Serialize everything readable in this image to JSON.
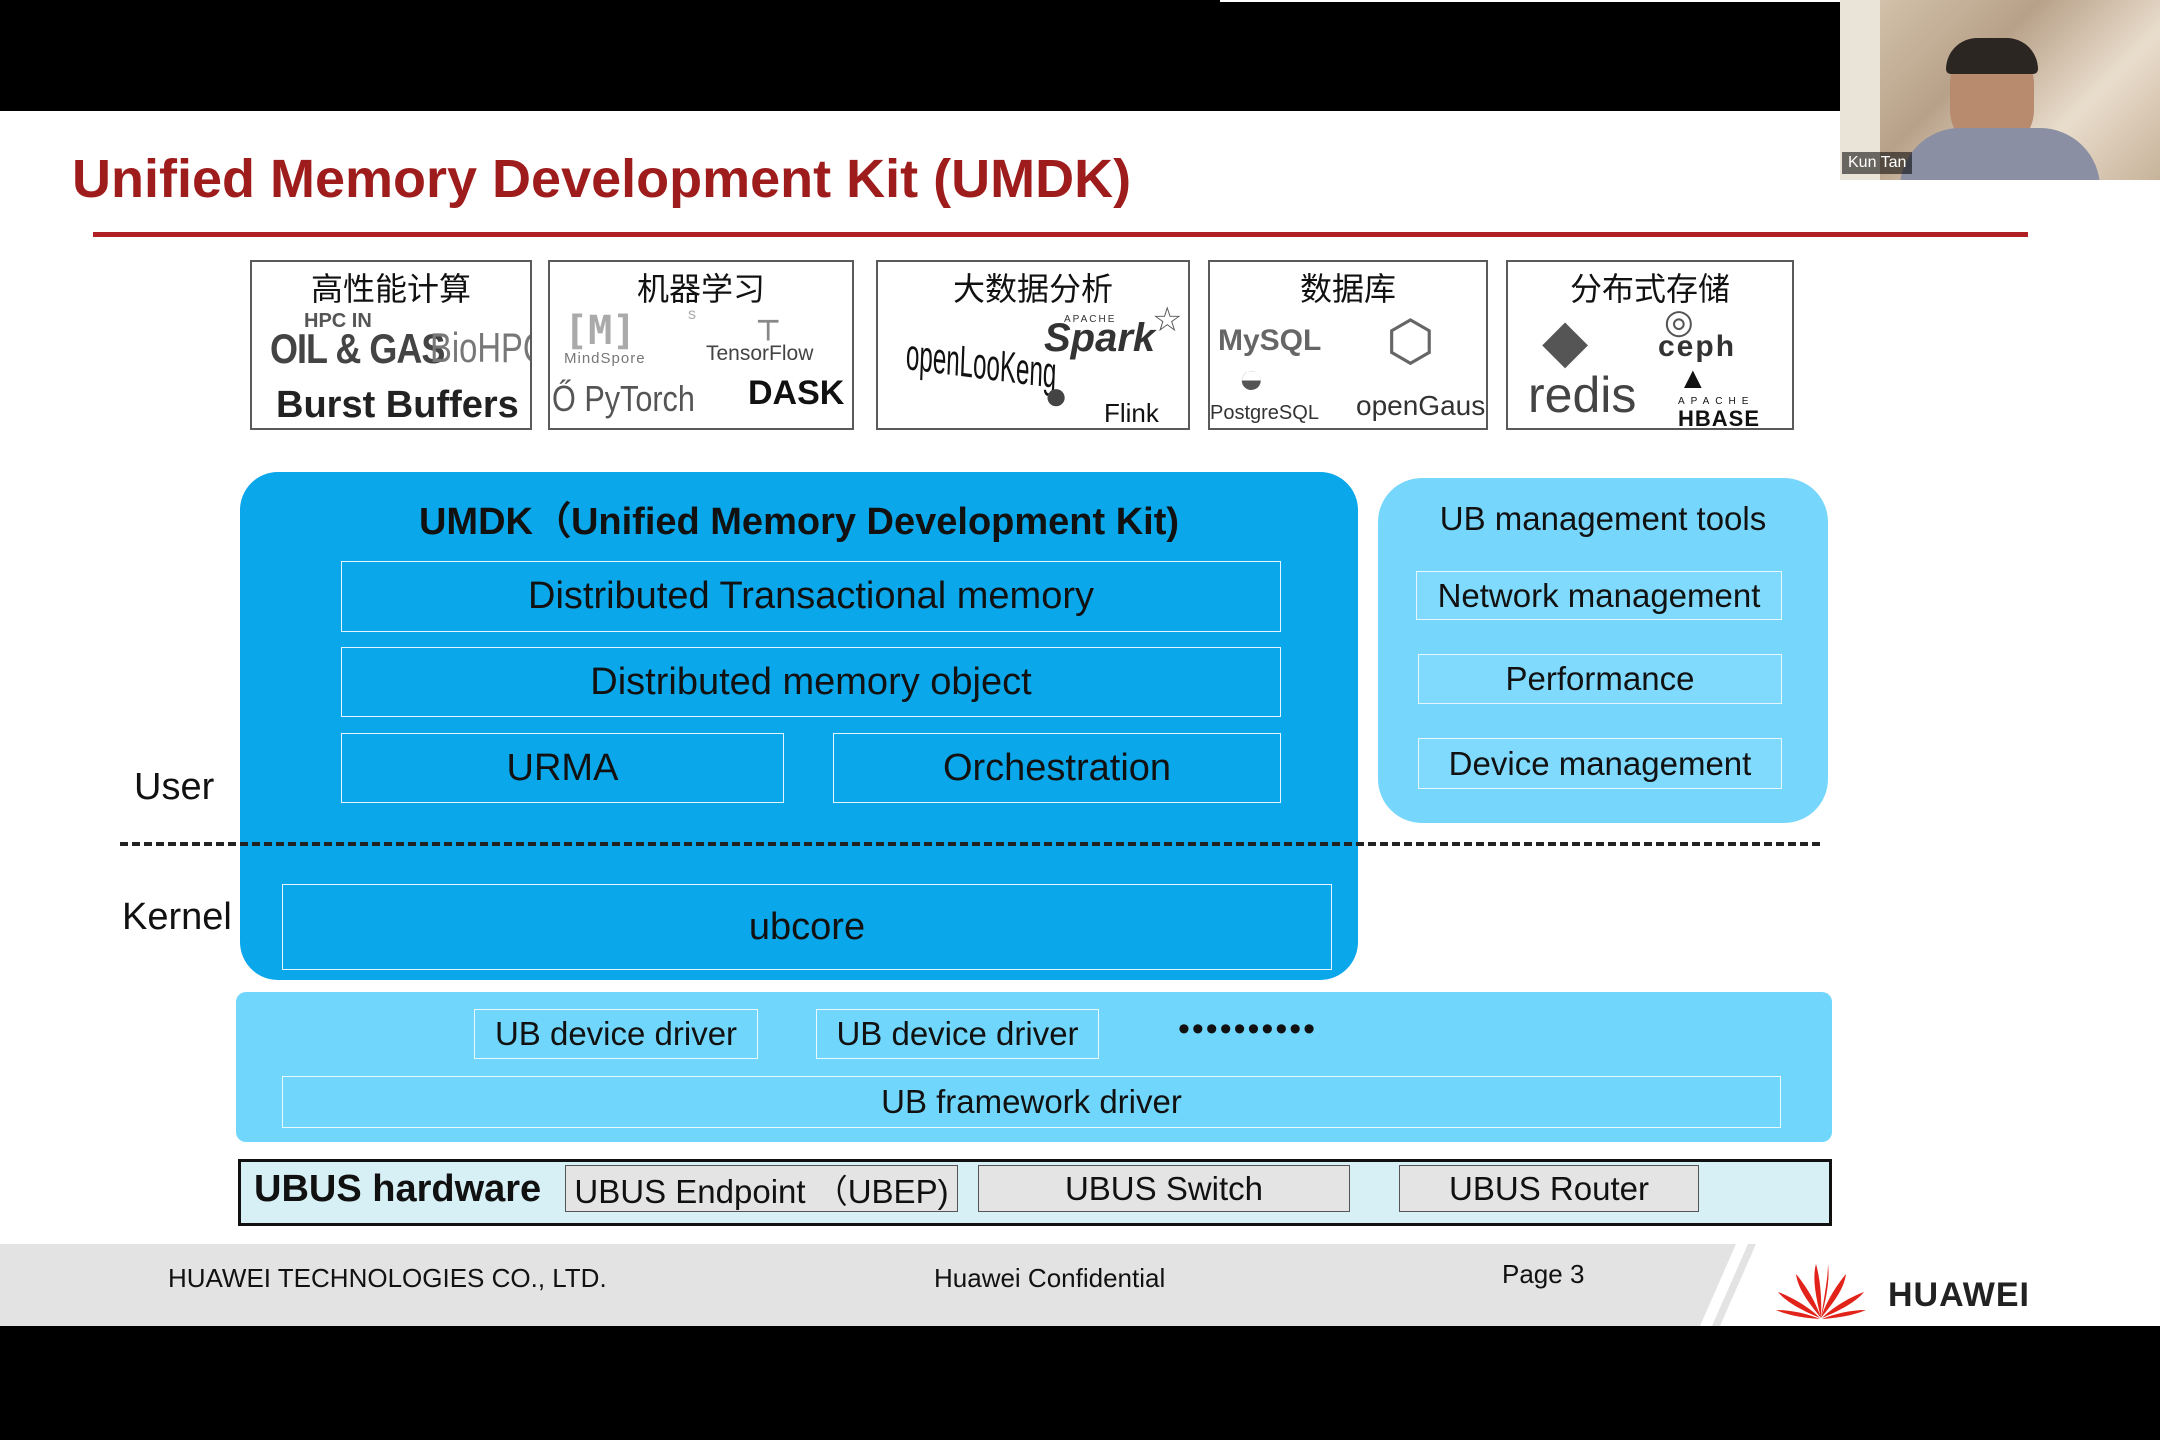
{
  "slide": {
    "title": "Unified Memory Development Kit (UMDK)",
    "app_categories": [
      {
        "title": "高性能计算",
        "logos": [
          "HPC IN",
          "OIL & GAS",
          "BioHPC",
          "Burst Buffers"
        ]
      },
      {
        "title": "机器学习",
        "logos": [
          "[M]",
          "s",
          "MindSpore",
          "TensorFlow",
          "PyTorch",
          "DASK"
        ]
      },
      {
        "title": "大数据分析",
        "logos": [
          "openLooKeng",
          "APACHE",
          "Spark",
          "Flink"
        ]
      },
      {
        "title": "数据库",
        "logos": [
          "MySQL",
          "PostgreSQL",
          "openGauss"
        ]
      },
      {
        "title": "分布式存储",
        "logos": [
          "ceph",
          "redis",
          "APACHE",
          "HBASE"
        ]
      }
    ],
    "umdk": {
      "title": "UMDK（Unified Memory Development Kit)",
      "dtm": "Distributed Transactional memory",
      "dmo": "Distributed memory object",
      "urma": "URMA",
      "orchestration": "Orchestration",
      "ubcore": "ubcore"
    },
    "mgmt": {
      "title": "UB management tools",
      "items": [
        "Network management",
        "Performance",
        "Device management"
      ]
    },
    "labels": {
      "user": "User",
      "kernel": "Kernel"
    },
    "drivers": {
      "device1": "UB device driver",
      "device2": "UB device driver",
      "ellipsis": "••••••••••",
      "framework": "UB framework driver"
    },
    "hardware": {
      "title": "UBUS hardware",
      "endpoint": "UBUS Endpoint （UBEP)",
      "switch": "UBUS Switch",
      "router": "UBUS Router"
    },
    "footer": {
      "company": "HUAWEI TECHNOLOGIES CO., LTD.",
      "confidential": "Huawei Confidential",
      "page": "Page 3",
      "brand": "HUAWEI"
    }
  },
  "video": {
    "participant_name": "Kun Tan"
  },
  "colors": {
    "title_red": "#9e1c1c",
    "umdk_blue": "#0aa7ea",
    "light_blue": "#76d6fb",
    "huawei_red": "#e2231a"
  }
}
